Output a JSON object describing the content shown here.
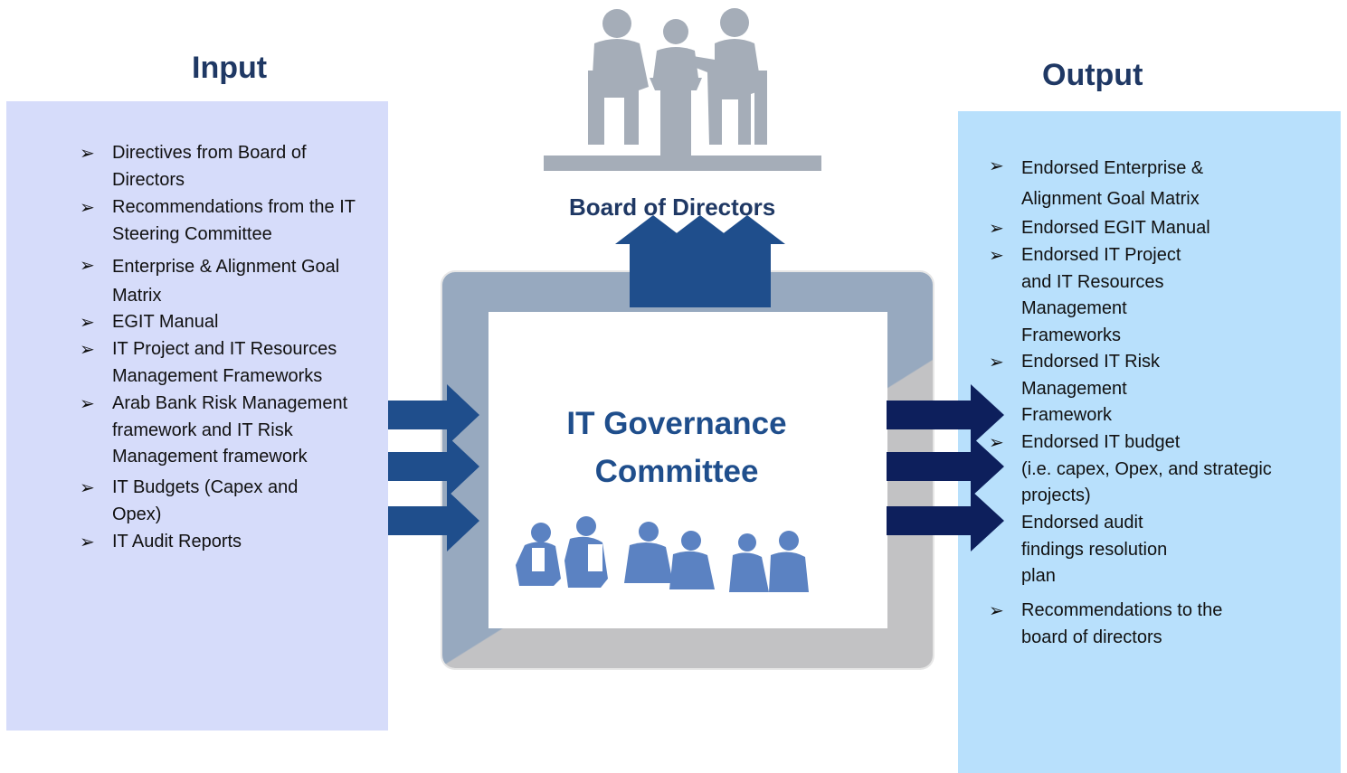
{
  "input": {
    "heading": "Input",
    "items": [
      {
        "lines": [
          "Directives from Board of",
          "Directors"
        ]
      },
      {
        "lines": [
          "Recommendations from the IT",
          "Steering Committee"
        ]
      },
      {
        "lines": [
          "Enterprise & Alignment Goal",
          "Matrix"
        ]
      },
      {
        "lines": [
          "EGIT Manual"
        ]
      },
      {
        "lines": [
          "IT Project and IT Resources",
          "Management Frameworks"
        ]
      },
      {
        "lines": [
          "Arab Bank Risk Management",
          "framework and IT Risk",
          "Management framework"
        ]
      },
      {
        "lines": [
          "IT Budgets (Capex and",
          "Opex)"
        ]
      },
      {
        "lines": [
          "IT Audit Reports"
        ]
      }
    ]
  },
  "output": {
    "heading": "Output",
    "items": [
      {
        "bullet": true,
        "lines": [
          "Endorsed Enterprise &",
          "Alignment Goal Matrix"
        ]
      },
      {
        "bullet": true,
        "lines": [
          "Endorsed EGIT Manual"
        ]
      },
      {
        "bullet": true,
        "lines": [
          "Endorsed IT Project",
          "and IT Resources",
          "Management",
          "Frameworks"
        ]
      },
      {
        "bullet": true,
        "lines": [
          "Endorsed IT Risk",
          "Management",
          "Framework"
        ]
      },
      {
        "bullet": true,
        "lines": [
          "Endorsed IT budget",
          "(i.e. capex, Opex, and strategic",
          "projects)"
        ]
      },
      {
        "bullet": false,
        "lines": [
          "Endorsed audit",
          "findings resolution",
          "plan"
        ]
      },
      {
        "bullet": true,
        "lines": [
          "Recommendations to the",
          "board of directors"
        ]
      }
    ]
  },
  "center": {
    "title_line1": "IT Governance",
    "title_line2": "Committee",
    "board_label": "Board of Directors"
  },
  "icons": {
    "bullet": "arrow-bullet-icon",
    "board": "board-meeting-icon",
    "committee": "committee-people-icon"
  },
  "colors": {
    "heading": "#1f3864",
    "title": "#1f4e8c",
    "input_panel": "#d6dcfa",
    "output_panel": "#b8e0fc",
    "arrow_input": "#1f4e8c",
    "arrow_output": "#0d1f5c",
    "board_arrow": "#1f4e8c",
    "silhouette_gray": "#a5adb8",
    "silhouette_blue": "#5b82c2"
  },
  "bullet_glyph": "➢"
}
